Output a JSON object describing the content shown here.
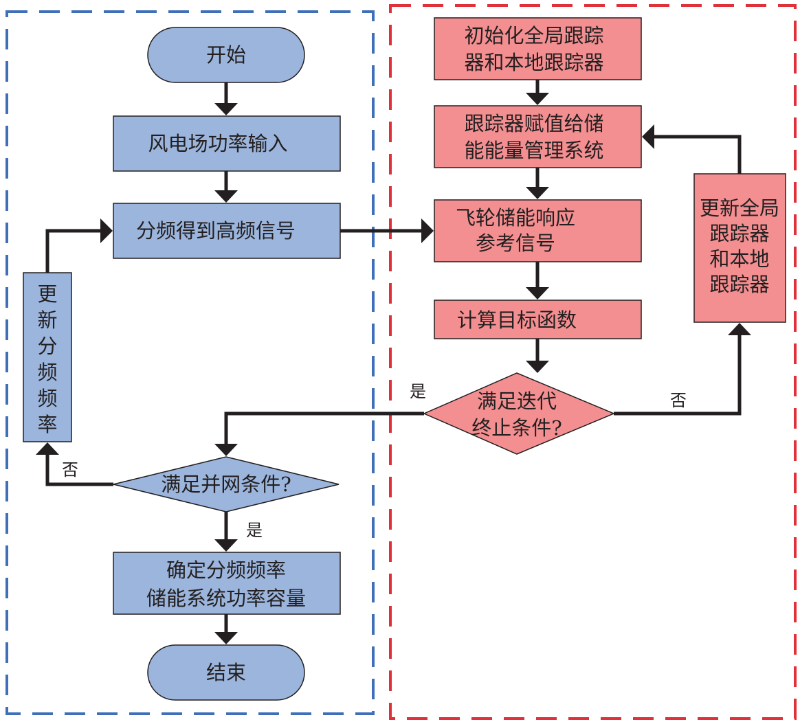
{
  "colors": {
    "blue_fill": "#9bb5dc",
    "red_fill": "#f48f91",
    "blue_border": "#3f6fb8",
    "red_border": "#e0303a",
    "line": "#231f20"
  },
  "left_region": {
    "start": "开始",
    "wind_input": "风电场功率输入",
    "split_high_freq": "分频得到高频信号",
    "update_freq": [
      "更",
      "新",
      "分",
      "频",
      "频",
      "率"
    ],
    "grid_condition": "满足并网条件?",
    "determine": [
      "确定分频频率",
      "储能系统功率容量"
    ],
    "end": "结束",
    "yes_label": "是",
    "no_label": "否"
  },
  "right_region": {
    "init": [
      "初始化全局跟踪",
      "器和本地跟踪器"
    ],
    "assign": [
      "跟踪器赋值给储",
      "能能量管理系统"
    ],
    "flywheel": [
      "飞轮储能响应",
      "参考信号"
    ],
    "objective": "计算目标函数",
    "iter_condition": [
      "满足迭代",
      "终止条件?"
    ],
    "update_trackers": [
      "更新全局",
      "跟踪器",
      "和本地",
      "跟踪器"
    ],
    "yes_label": "是",
    "no_label": "否"
  }
}
